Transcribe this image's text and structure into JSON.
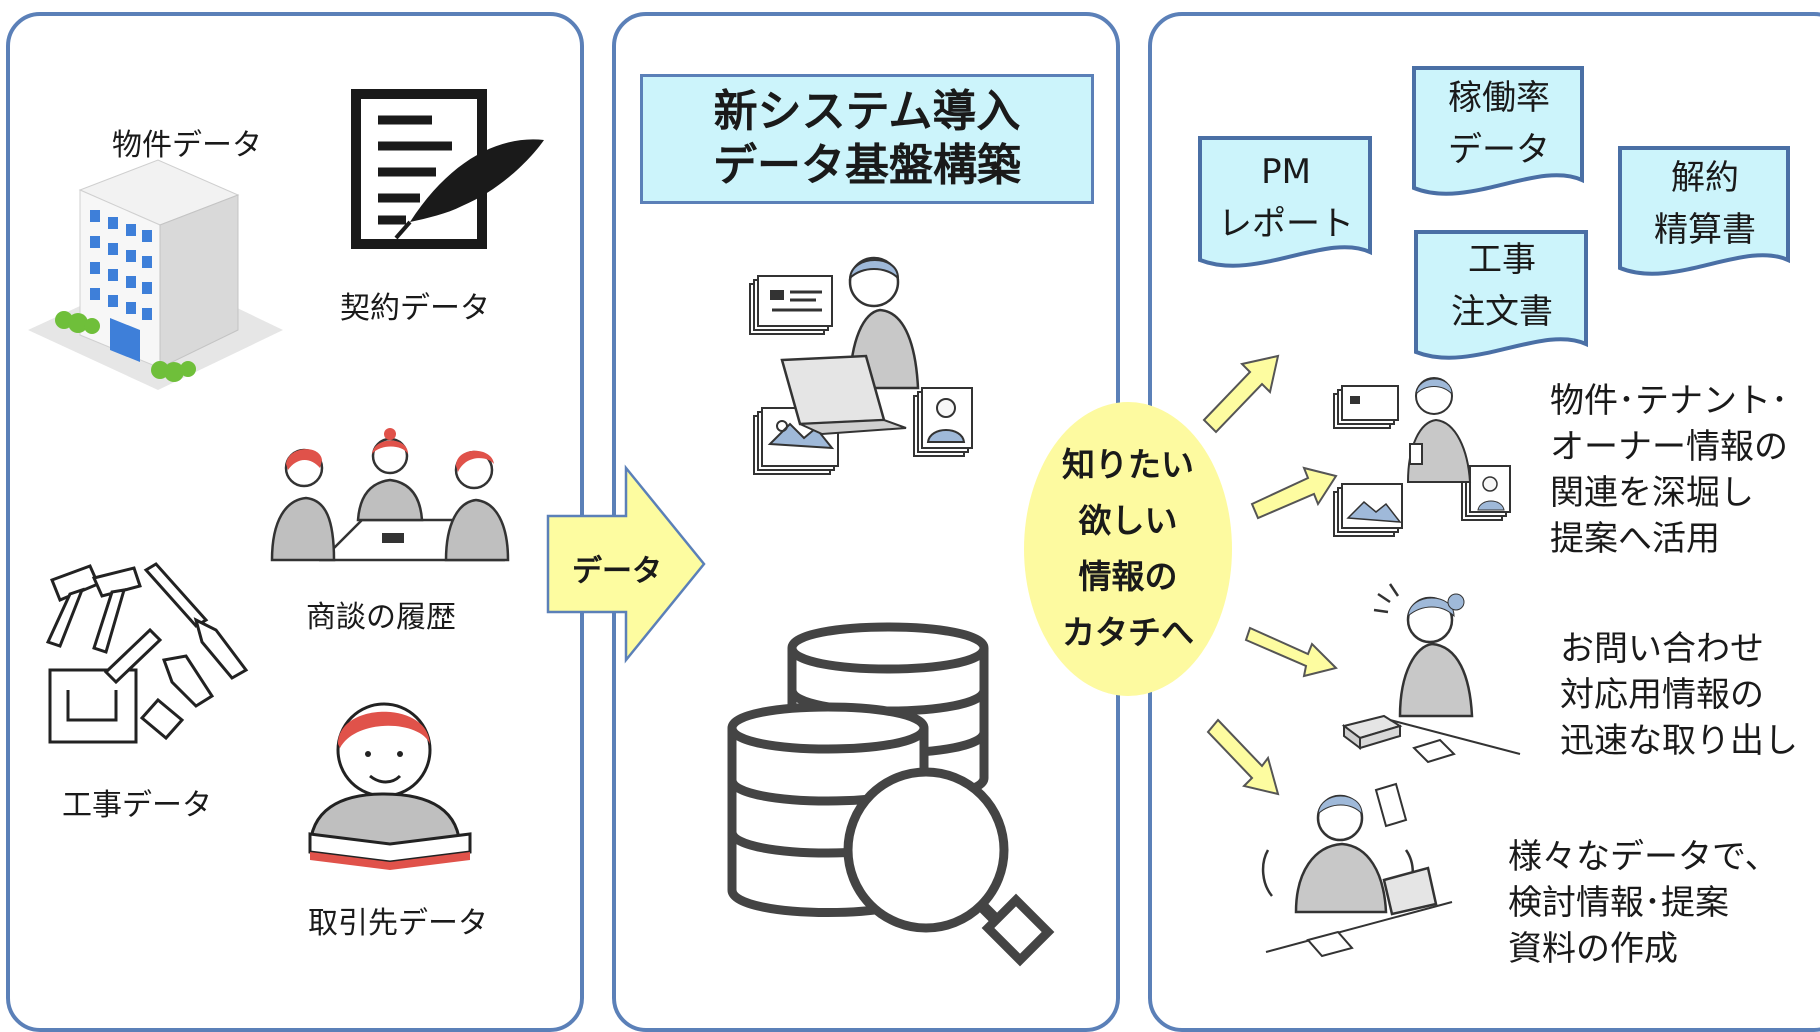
{
  "left_panel": {
    "property_data": "物件データ",
    "contract_data": "契約データ",
    "negotiation_history": "商談の履歴",
    "construction_data": "工事データ",
    "client_data": "取引先データ"
  },
  "arrow_label": "データ",
  "middle_panel": {
    "title_line1": "新システム導入",
    "title_line2": "データ基盤構築"
  },
  "center_ellipse": {
    "line1": "知りたい",
    "line2": "欲しい",
    "line3": "情報の",
    "line4": "カタチへ"
  },
  "documents": {
    "pm_report_line1": "PM",
    "pm_report_line2": "レポート",
    "occupancy_line1": "稼働率",
    "occupancy_line2": "データ",
    "order_line1": "工事",
    "order_line2": "注文書",
    "settlement_line1": "解約",
    "settlement_line2": "精算書"
  },
  "outcomes": {
    "o1_line1": "物件･テナント･",
    "o1_line2": "オーナー情報の",
    "o1_line3": "関連を深堀し",
    "o1_line4": "提案へ活用",
    "o2_line1": "お問い合わせ",
    "o2_line2": "対応用情報の",
    "o2_line3": "迅速な取り出し",
    "o3_line1": "様々なデータで、",
    "o3_line2": "検討情報･提案",
    "o3_line3": "資料の作成"
  },
  "colors": {
    "panel_border": "#5b80b8",
    "title_fill": "#ccf4fb",
    "ellipse_fill": "#fdfaa0",
    "arrow_fill": "#fdfca0",
    "doc_fill": "#ccf4fb",
    "accent_red": "#e0524a",
    "building_blue": "#3e7fd9"
  }
}
